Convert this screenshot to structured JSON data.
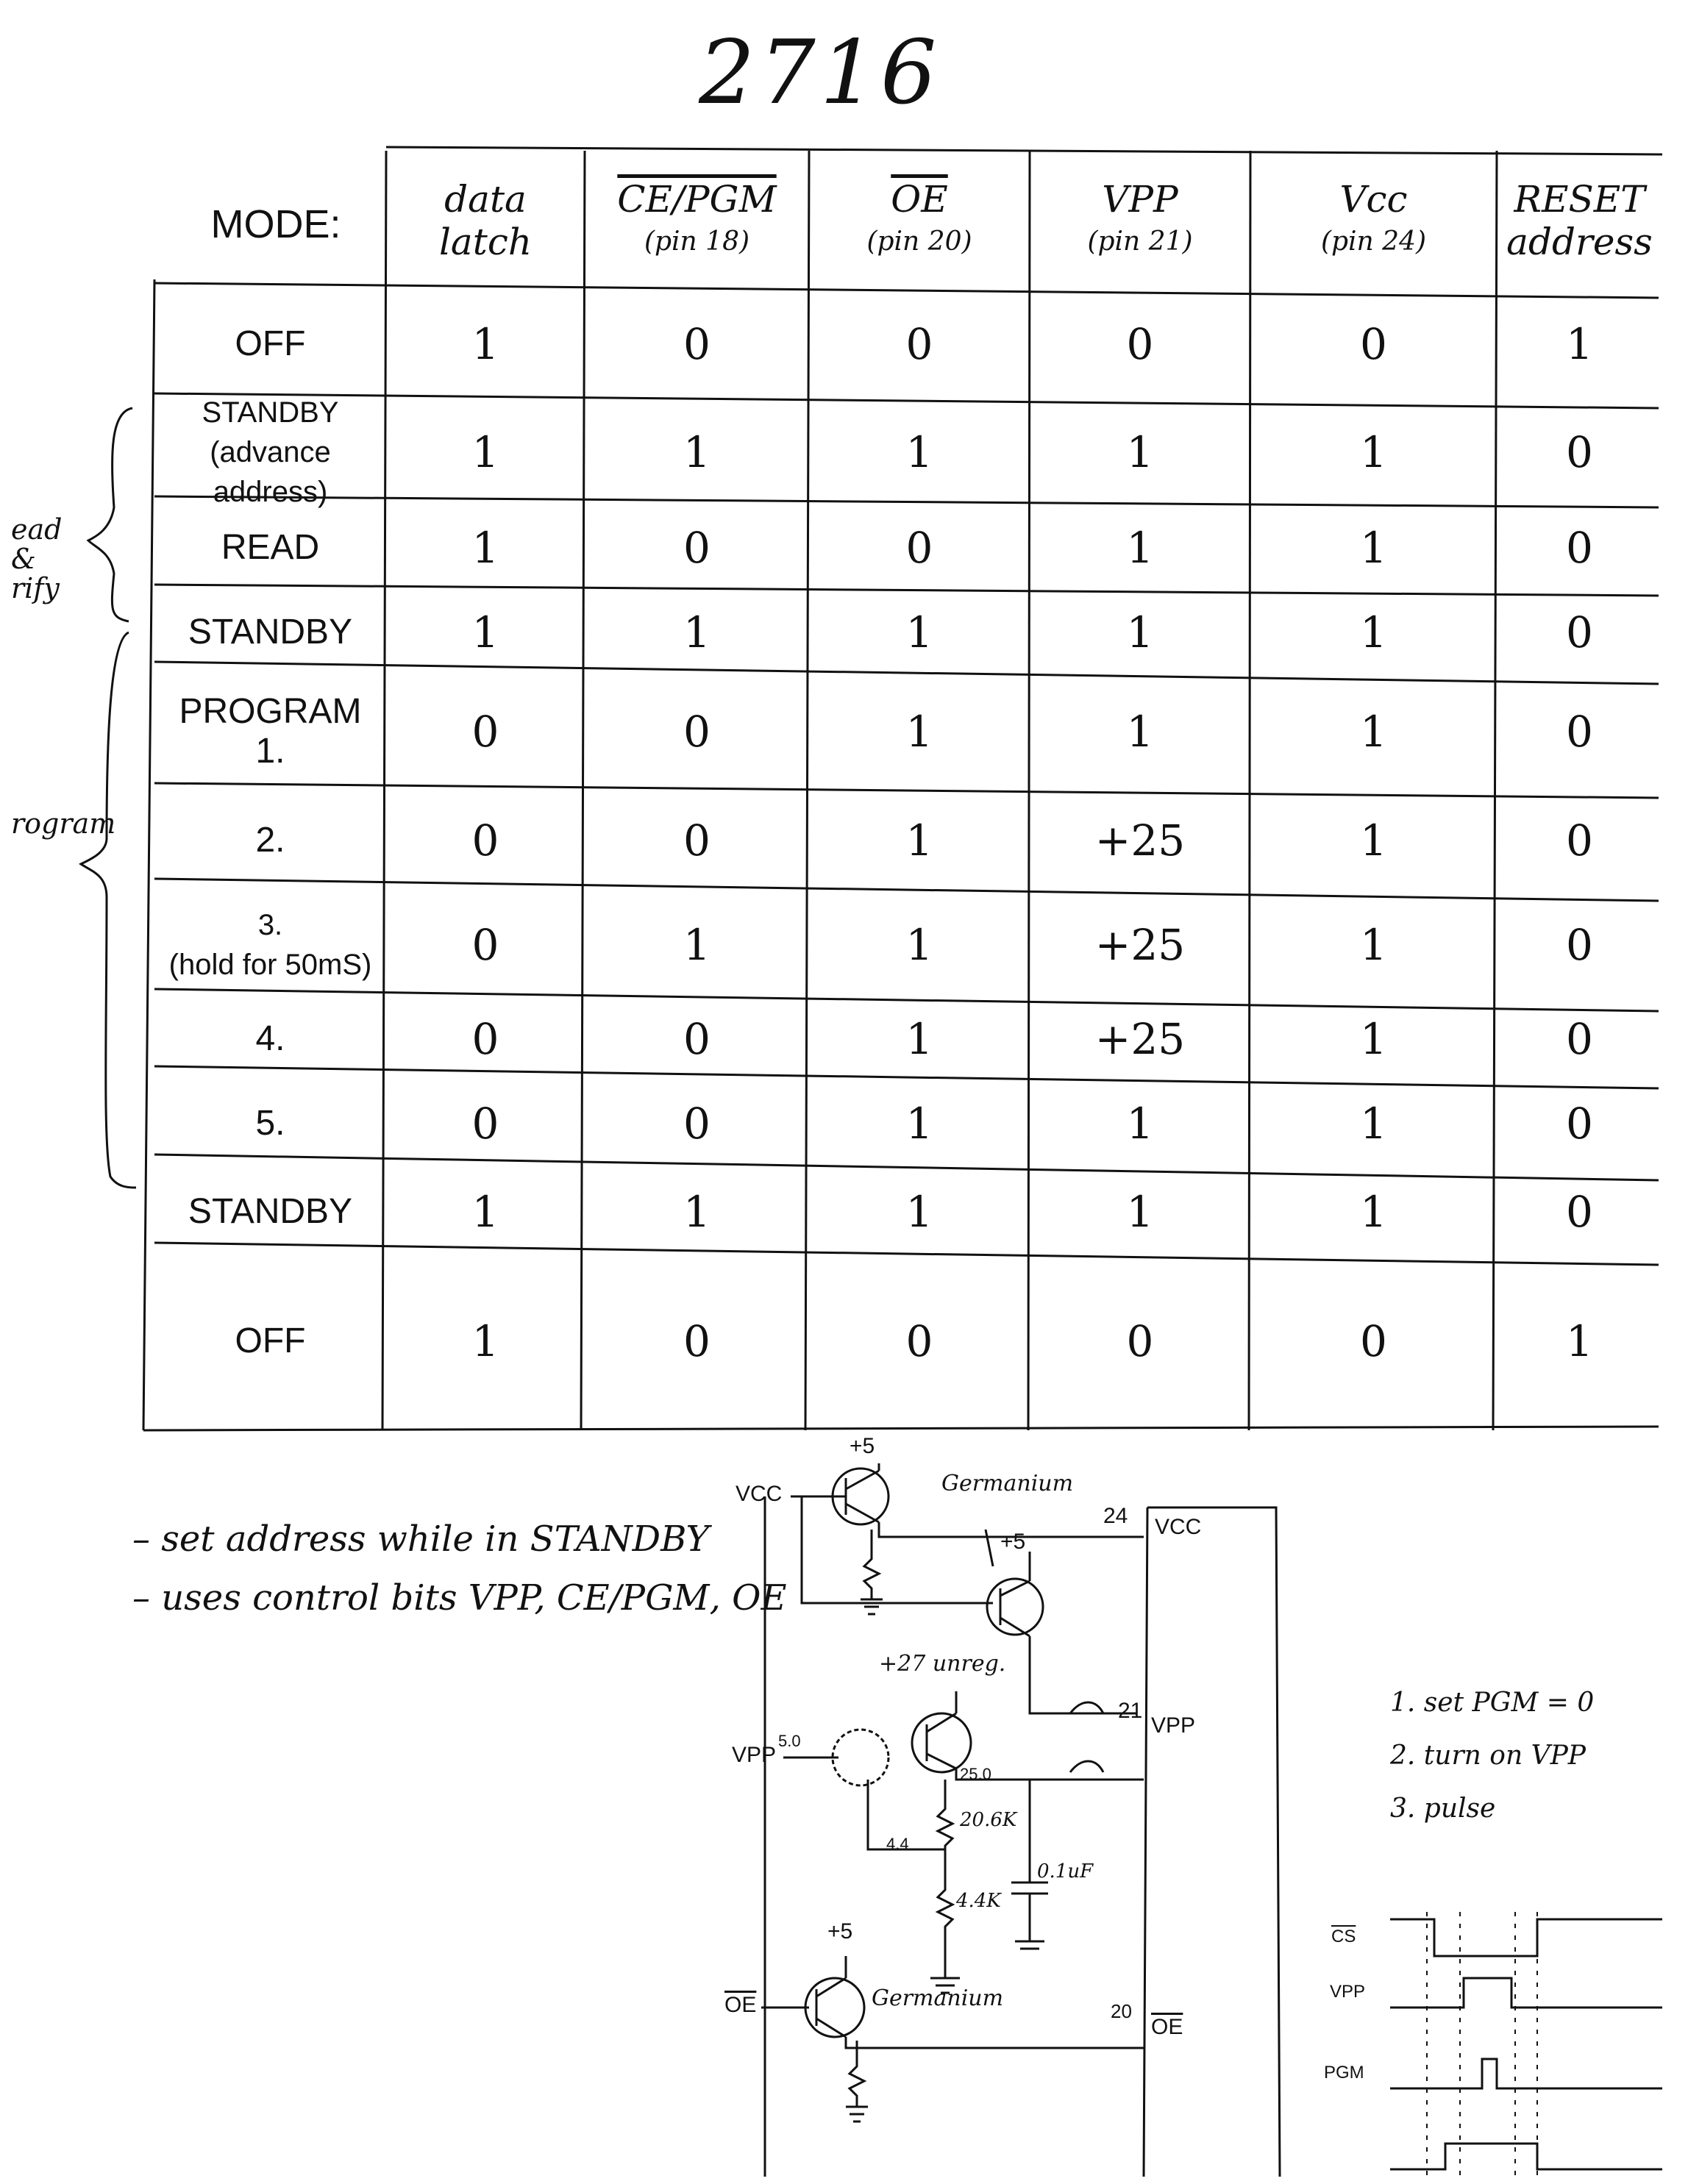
{
  "title": "2716",
  "table": {
    "mode_header": "MODE:",
    "columns": [
      {
        "label": "data\nlatch",
        "sub": ""
      },
      {
        "label": "CE/PGM",
        "sub": "(pin 18)"
      },
      {
        "label": "OE",
        "sub": "(pin 20)"
      },
      {
        "label": "VPP",
        "sub": "(pin 21)"
      },
      {
        "label": "Vcc",
        "sub": "(pin 24)"
      },
      {
        "label": "RESET\naddress",
        "sub": ""
      }
    ],
    "rows": [
      {
        "mode": "OFF",
        "values": [
          "1",
          "0",
          "0",
          "0",
          "0",
          "1"
        ]
      },
      {
        "mode": "STANDBY\n(advance address)",
        "values": [
          "1",
          "1",
          "1",
          "1",
          "1",
          "0"
        ]
      },
      {
        "mode": "READ",
        "values": [
          "1",
          "0",
          "0",
          "1",
          "1",
          "0"
        ]
      },
      {
        "mode": "STANDBY",
        "values": [
          "1",
          "1",
          "1",
          "1",
          "1",
          "0"
        ]
      },
      {
        "mode": "PROGRAM\n1.",
        "values": [
          "0",
          "0",
          "1",
          "1",
          "1",
          "0"
        ]
      },
      {
        "mode": "2.",
        "values": [
          "0",
          "0",
          "1",
          "+25",
          "1",
          "0"
        ]
      },
      {
        "mode": "3.\n(hold for 50mS)",
        "values": [
          "0",
          "1",
          "1",
          "+25",
          "1",
          "0"
        ]
      },
      {
        "mode": "4.",
        "values": [
          "0",
          "0",
          "1",
          "+25",
          "1",
          "0"
        ]
      },
      {
        "mode": "5.",
        "values": [
          "0",
          "0",
          "1",
          "1",
          "1",
          "0"
        ]
      },
      {
        "mode": "STANDBY",
        "values": [
          "1",
          "1",
          "1",
          "1",
          "1",
          "0"
        ]
      },
      {
        "mode": "OFF",
        "values": [
          "1",
          "0",
          "0",
          "0",
          "0",
          "1"
        ]
      }
    ]
  },
  "side_labels": {
    "read_verify": "ead\n&\nrify",
    "program": "rogram"
  },
  "notes": [
    "– set address while in STANDBY",
    "– uses control bits VPP, CE/PGM, OE"
  ],
  "steps": "1. set PGM = 0\n2. turn on VPP\n3. pulse",
  "schematic": {
    "vcc_in": "VCC",
    "plus5_a": "+5",
    "germanium_a": "Germanium",
    "pin24": "24",
    "vcc_out": "VCC",
    "plus5_b": "+5",
    "unreg": "+27 unreg.",
    "vpp_in": "VPP",
    "v50": "5.0",
    "v250": "25.0",
    "pin21": "21",
    "vpp_out": "VPP",
    "v44": "4.4",
    "r1": "20.6K",
    "r2": "4.4K",
    "cap": "0.1uF",
    "plus5_c": "+5",
    "oe_in": "OE",
    "germanium_b": "Germanium",
    "pin20": "20",
    "oe_out": "OE"
  },
  "timing": {
    "labels": [
      "CS",
      "VPP",
      "PGM"
    ]
  }
}
